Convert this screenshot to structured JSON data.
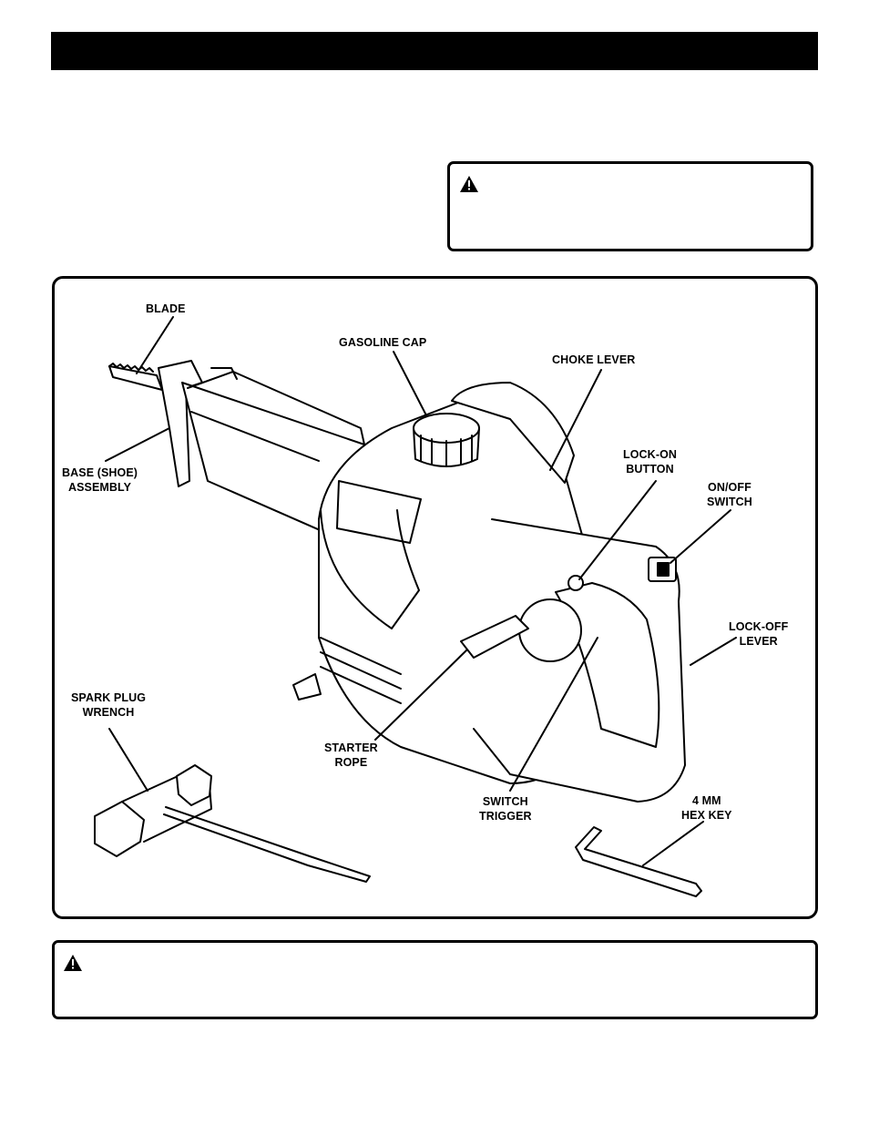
{
  "labels": {
    "blade": "BLADE",
    "gasoline_cap": "GASOLINE CAP",
    "choke_lever": "CHOKE LEVER",
    "lock_on_button": [
      "LOCK-ON",
      "BUTTON"
    ],
    "on_off_switch": [
      "ON/OFF",
      "SWITCH"
    ],
    "base_assembly": [
      "BASE (SHOE)",
      "ASSEMBLY"
    ],
    "lock_off_lever": [
      "LOCK-OFF",
      "LEVER"
    ],
    "spark_plug_wrench": [
      "SPARK PLUG",
      "WRENCH"
    ],
    "starter_rope": [
      "STARTER",
      "ROPE"
    ],
    "switch_trigger": [
      "SWITCH",
      "TRIGGER"
    ],
    "hex_key": [
      "4 MM",
      "HEX KEY"
    ]
  },
  "icons": {
    "warning": "warning-triangle-icon"
  },
  "colors": {
    "ink": "#000000",
    "paper": "#ffffff"
  }
}
